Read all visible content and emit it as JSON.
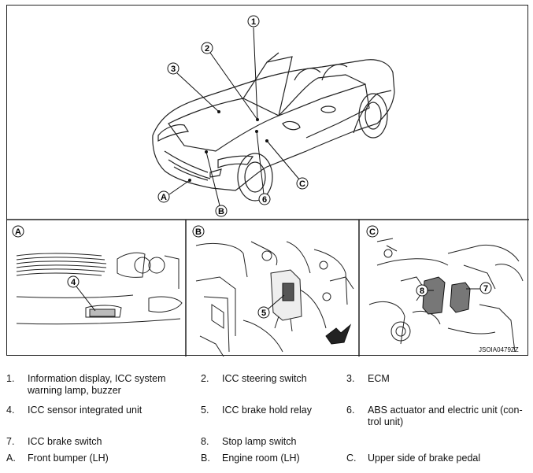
{
  "figure": {
    "main_callouts": [
      "1",
      "2",
      "3",
      "6",
      "A",
      "B",
      "C"
    ],
    "panel_a": {
      "tag": "A",
      "callouts": [
        "4"
      ]
    },
    "panel_b": {
      "tag": "B",
      "callouts": [
        "5"
      ]
    },
    "panel_c": {
      "tag": "C",
      "callouts": [
        "8",
        "7"
      ]
    },
    "code": "JSOIA0479ZZ"
  },
  "legend": [
    {
      "key": "1.",
      "text": "Information display, ICC system warning lamp, buzzer"
    },
    {
      "key": "2.",
      "text": "ICC steering switch"
    },
    {
      "key": "3.",
      "text": "ECM"
    },
    {
      "key": "4.",
      "text": "ICC sensor integrated unit"
    },
    {
      "key": "5.",
      "text": "ICC brake hold relay"
    },
    {
      "key": "6.",
      "text": "ABS actuator and electric unit (con-trol unit)"
    },
    {
      "key": "7.",
      "text": "ICC brake switch"
    },
    {
      "key": "8.",
      "text": "Stop lamp switch"
    },
    {
      "key": "A.",
      "text": "Front bumper (LH)"
    },
    {
      "key": "B.",
      "text": "Engine room (LH)"
    },
    {
      "key": "C.",
      "text": "Upper side of brake pedal"
    }
  ]
}
